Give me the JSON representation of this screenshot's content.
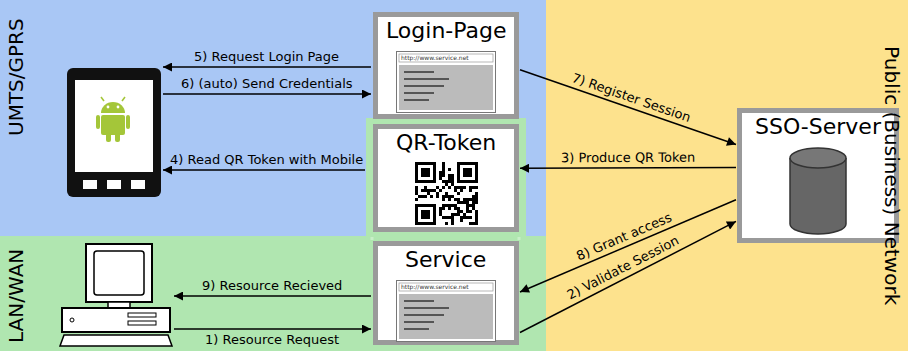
{
  "diagram": {
    "nodes": [
      {
        "text": [
          "UMTS/GPRS"
        ]
      },
      {
        "text": [
          "Login-Page",
          "http://www.service.net"
        ],
        "in": 0
      },
      {
        "text": [
          "QR-Token"
        ],
        "in": 0
      },
      {
        "text": [
          "LAN/WAN"
        ]
      },
      {
        "text": [
          "Service",
          "http://www.service.net"
        ],
        "in": 3
      },
      {
        "text": [
          "Public (Business) Network"
        ]
      },
      {
        "text": [
          "SSO-Server"
        ],
        "in": 5
      }
    ],
    "edges": [
      {
        "from": 4,
        "to": 6,
        "arrow": "to",
        "label": "2) Validate Session"
      },
      {
        "from": 6,
        "to": 2,
        "arrow": "to",
        "label": "3) Produce QR Token"
      },
      {
        "from": 1,
        "to": 6,
        "arrow": "to",
        "label": "7) Register Session"
      },
      {
        "from": 6,
        "to": 4,
        "arrow": "to",
        "label": "8) Grant access"
      }
    ],
    "labels": [
      "1) Resource Request",
      "4) Read QR Token with Mobile",
      "5) Request Login Page",
      "6) (auto) Send Credentials",
      "9) Resource Recieved"
    ]
  }
}
